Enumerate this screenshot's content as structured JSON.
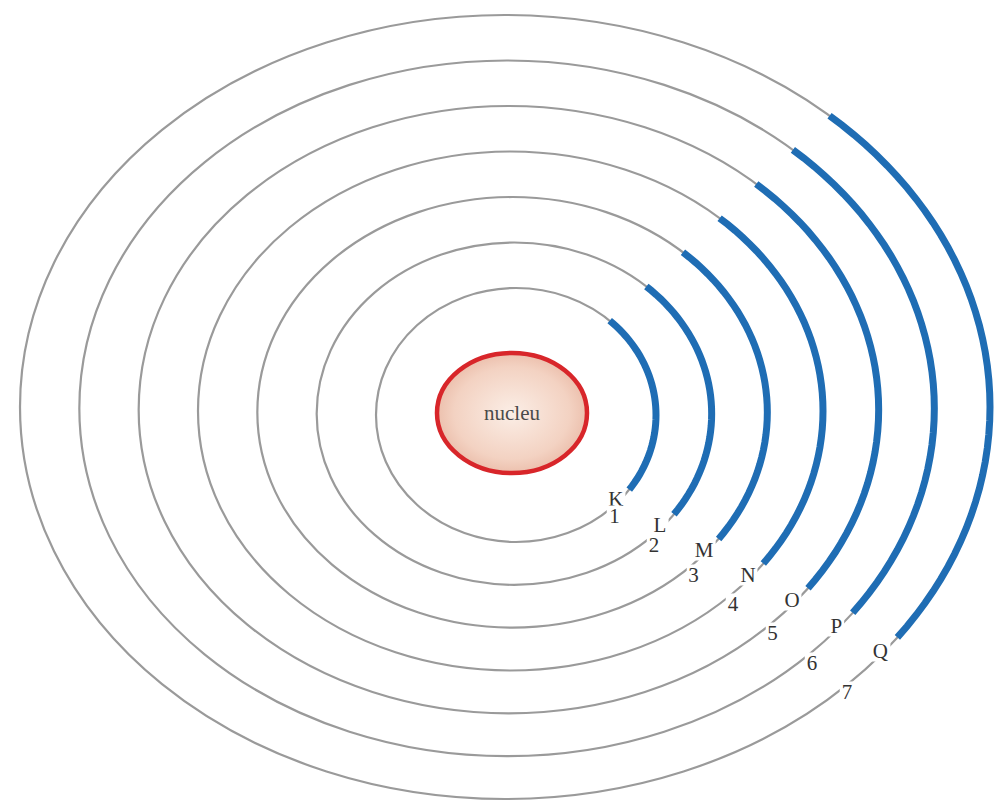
{
  "diagram": {
    "nodes": [
      {
        "text": [
          "nucleu"
        ]
      }
    ],
    "labels": [
      "K",
      "1",
      "L",
      "2",
      "M",
      "3",
      "N",
      "4",
      "O",
      "5",
      "P",
      "6",
      "Q",
      "7"
    ]
  }
}
